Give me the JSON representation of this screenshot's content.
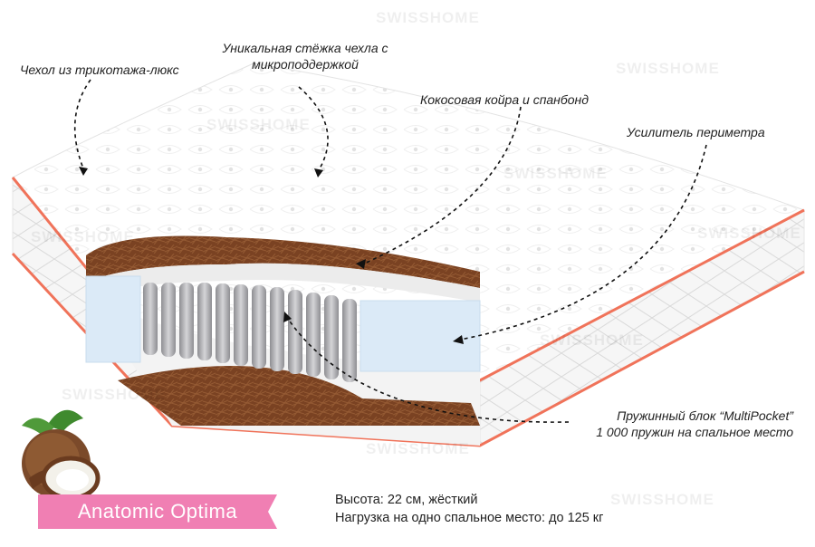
{
  "watermark": "SWISSHOME",
  "callouts": {
    "cover": "Чехол из трикотажа-люкс",
    "stitch_line1": "Уникальная стёжка чехла с",
    "stitch_line2": "микроподдержкой",
    "coir": "Кокосовая койра и спанбонд",
    "perimeter": "Усилитель периметра",
    "springs_line1": "Пружинный блок “MultiPocket”",
    "springs_line2": "1 000 пружин на спальное место"
  },
  "product_name": "Anatomic Optima",
  "specs": {
    "height": "Высота: 22 см, жёсткий",
    "load": "Нагрузка на одно спальное место: до 125 кг"
  },
  "colors": {
    "banner": "#f07fb3",
    "piping": "#f0735a",
    "coir": "#7a4222",
    "foam": "#dbeaf7",
    "springs": "#a8a8ab"
  }
}
